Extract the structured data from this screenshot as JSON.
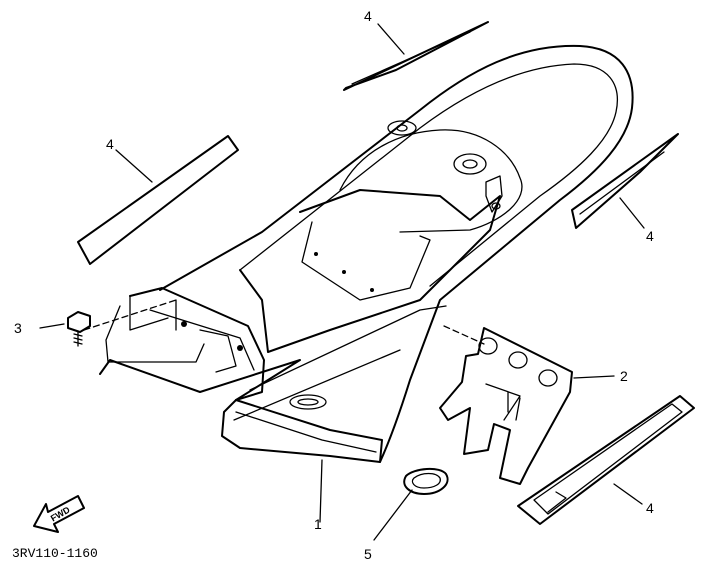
{
  "diagram": {
    "callouts": [
      {
        "id": "callout-4-top",
        "label": "4"
      },
      {
        "id": "callout-4-left",
        "label": "4"
      },
      {
        "id": "callout-4-right",
        "label": "4"
      },
      {
        "id": "callout-4-bottom",
        "label": "4"
      },
      {
        "id": "callout-3",
        "label": "3"
      },
      {
        "id": "callout-2",
        "label": "2"
      },
      {
        "id": "callout-1",
        "label": "1"
      },
      {
        "id": "callout-5",
        "label": "5"
      }
    ],
    "fwd_marker": "FWD",
    "drawing_code": "3RV110-1160"
  }
}
